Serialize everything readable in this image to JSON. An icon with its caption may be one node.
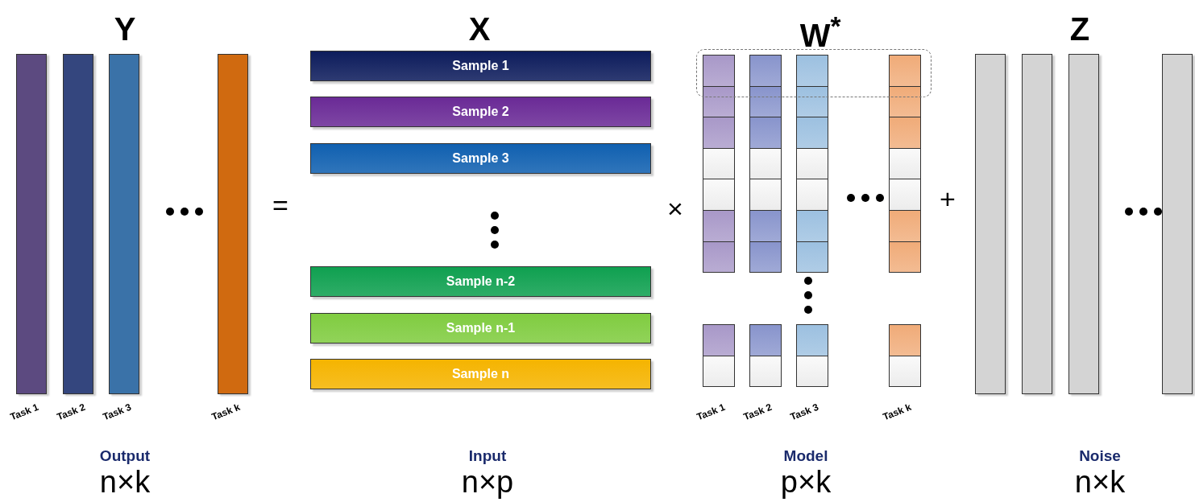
{
  "diagram": {
    "nodes": [
      {
        "text": [],
        "shape": "bar",
        "beside": [
          "Task 1"
        ]
      },
      {
        "text": [],
        "shape": "bar",
        "beside": [
          "Task 2"
        ]
      },
      {
        "text": [],
        "shape": "bar",
        "beside": [
          "Task 3"
        ]
      },
      {
        "text": [],
        "shape": "bar",
        "beside": [
          "Task k"
        ]
      },
      {
        "text": [
          "Sample 1"
        ]
      },
      {
        "text": [
          "Sample 2"
        ]
      },
      {
        "text": [
          "Sample 3"
        ]
      },
      {
        "text": [
          "Sample n-2"
        ]
      },
      {
        "text": [
          "Sample n-1"
        ]
      },
      {
        "text": [
          "Sample n"
        ]
      },
      {
        "text": [],
        "shape": "box"
      },
      {
        "text": [],
        "shape": "bar",
        "beside": [
          "Task 1"
        ]
      },
      {
        "text": [],
        "shape": "bar",
        "beside": [
          "Task 2"
        ]
      },
      {
        "text": [],
        "shape": "bar",
        "beside": [
          "Task 3"
        ]
      },
      {
        "text": [],
        "shape": "bar",
        "beside": [
          "Task k"
        ]
      },
      {
        "text": [],
        "shape": "bar"
      },
      {
        "text": [],
        "shape": "bar"
      },
      {
        "text": [],
        "shape": "bar"
      },
      {
        "text": [],
        "shape": "bar"
      }
    ],
    "edges": [],
    "labels": [
      "Y",
      "X",
      "W$^{*}$",
      "Z",
      "=",
      "×",
      "+",
      "Output",
      "n×k",
      "Input",
      "n×p",
      "Model",
      "p×k",
      "Noise",
      "n×k"
    ]
  }
}
